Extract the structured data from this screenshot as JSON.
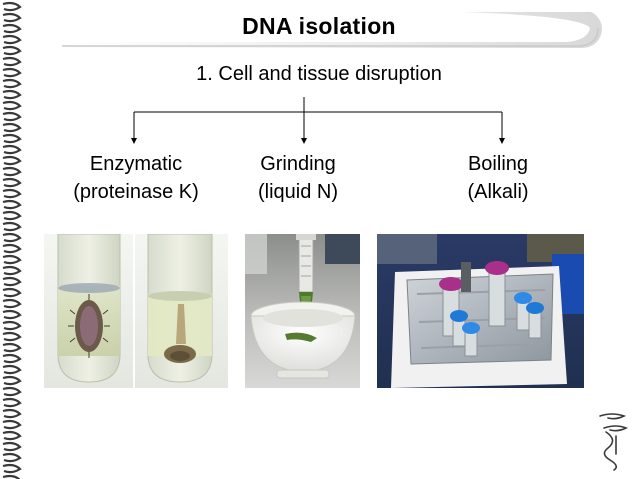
{
  "slide": {
    "title": "DNA isolation",
    "subtitle": "1. Cell and tissue disruption"
  },
  "methods": [
    {
      "line1": "Enzymatic",
      "line2": "(proteinase K)"
    },
    {
      "line1": "Grinding",
      "line2": "(liquid N)"
    },
    {
      "line1": "Boiling",
      "line2": "(Alkali)"
    }
  ],
  "photos": [
    {
      "subject": "tubes with tissue in lysis buffer"
    },
    {
      "subject": "mortar and pestle with plant tissue"
    },
    {
      "subject": "heat block with sample tubes"
    }
  ],
  "colors": {
    "title_bar": "#e6e6e6",
    "line": "#000000",
    "binding": "#3a3a3a"
  }
}
